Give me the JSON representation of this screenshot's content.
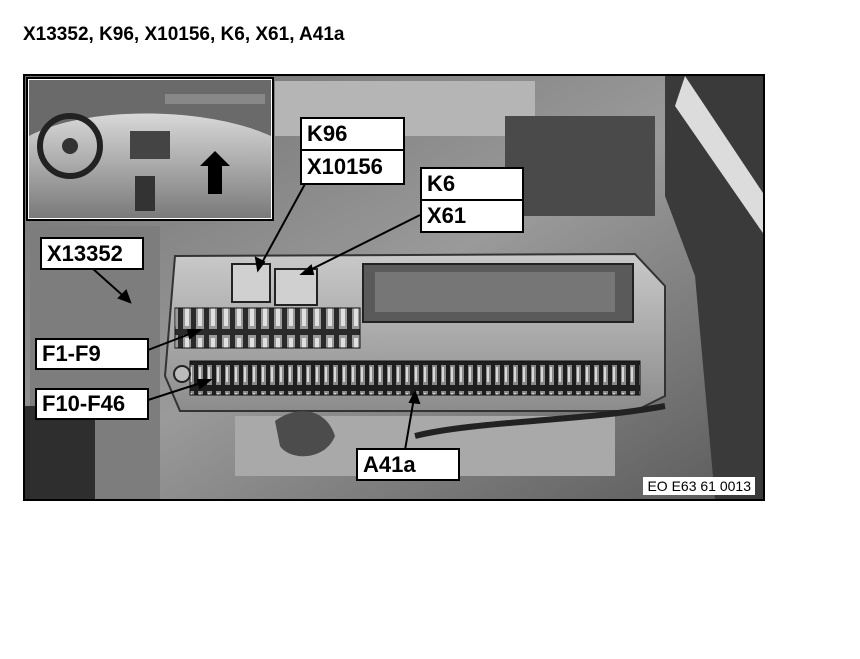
{
  "title": "X13352, K96, X10156, K6, X61, A41a",
  "labels": {
    "k96": "K96",
    "x10156": "X10156",
    "k6": "K6",
    "x61": "X61",
    "x13352": "X13352",
    "f1_f9": "F1-F9",
    "f10_f46": "F10-F46",
    "a41a": "A41a"
  },
  "reference_code": "EO E63 61 0013",
  "colors": {
    "ink": "#000000",
    "paper": "#ffffff"
  }
}
